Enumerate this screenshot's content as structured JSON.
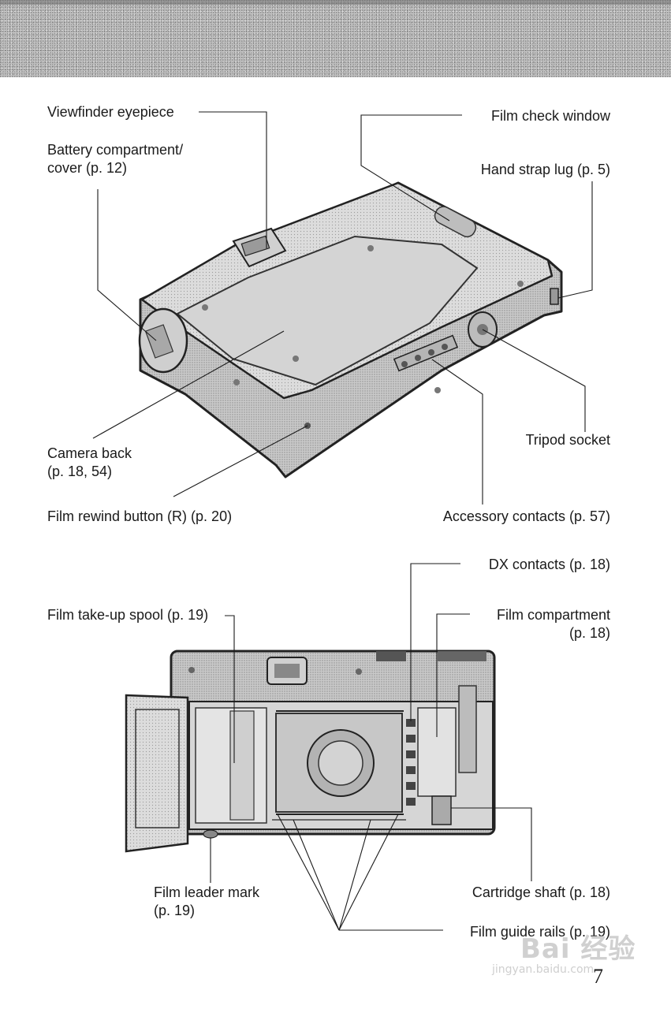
{
  "labels": {
    "viewfinder_eyepiece": "Viewfinder eyepiece",
    "battery_compartment_1": "Battery compartment/",
    "battery_compartment_2": "cover (p. 12)",
    "film_check_window": "Film check window",
    "hand_strap_lug": "Hand strap lug (p. 5)",
    "tripod_socket": "Tripod socket",
    "camera_back_1": "Camera back",
    "camera_back_2": "(p. 18, 54)",
    "film_rewind_button": "Film rewind button (R) (p. 20)",
    "accessory_contacts": "Accessory contacts (p. 57)",
    "dx_contacts": "DX contacts (p. 18)",
    "film_takeup_spool": "Film take-up spool (p. 19)",
    "film_compartment_1": "Film compartment",
    "film_compartment_2": "(p. 18)",
    "film_leader_mark_1": "Film leader mark",
    "film_leader_mark_2": "(p. 19)",
    "cartridge_shaft": "Cartridge shaft (p. 18)",
    "film_guide_rails": "Film guide rails (p. 19)"
  },
  "page_number": "7",
  "watermark": {
    "logo": "Bai 经验",
    "url": "jingyan.baidu.com"
  }
}
